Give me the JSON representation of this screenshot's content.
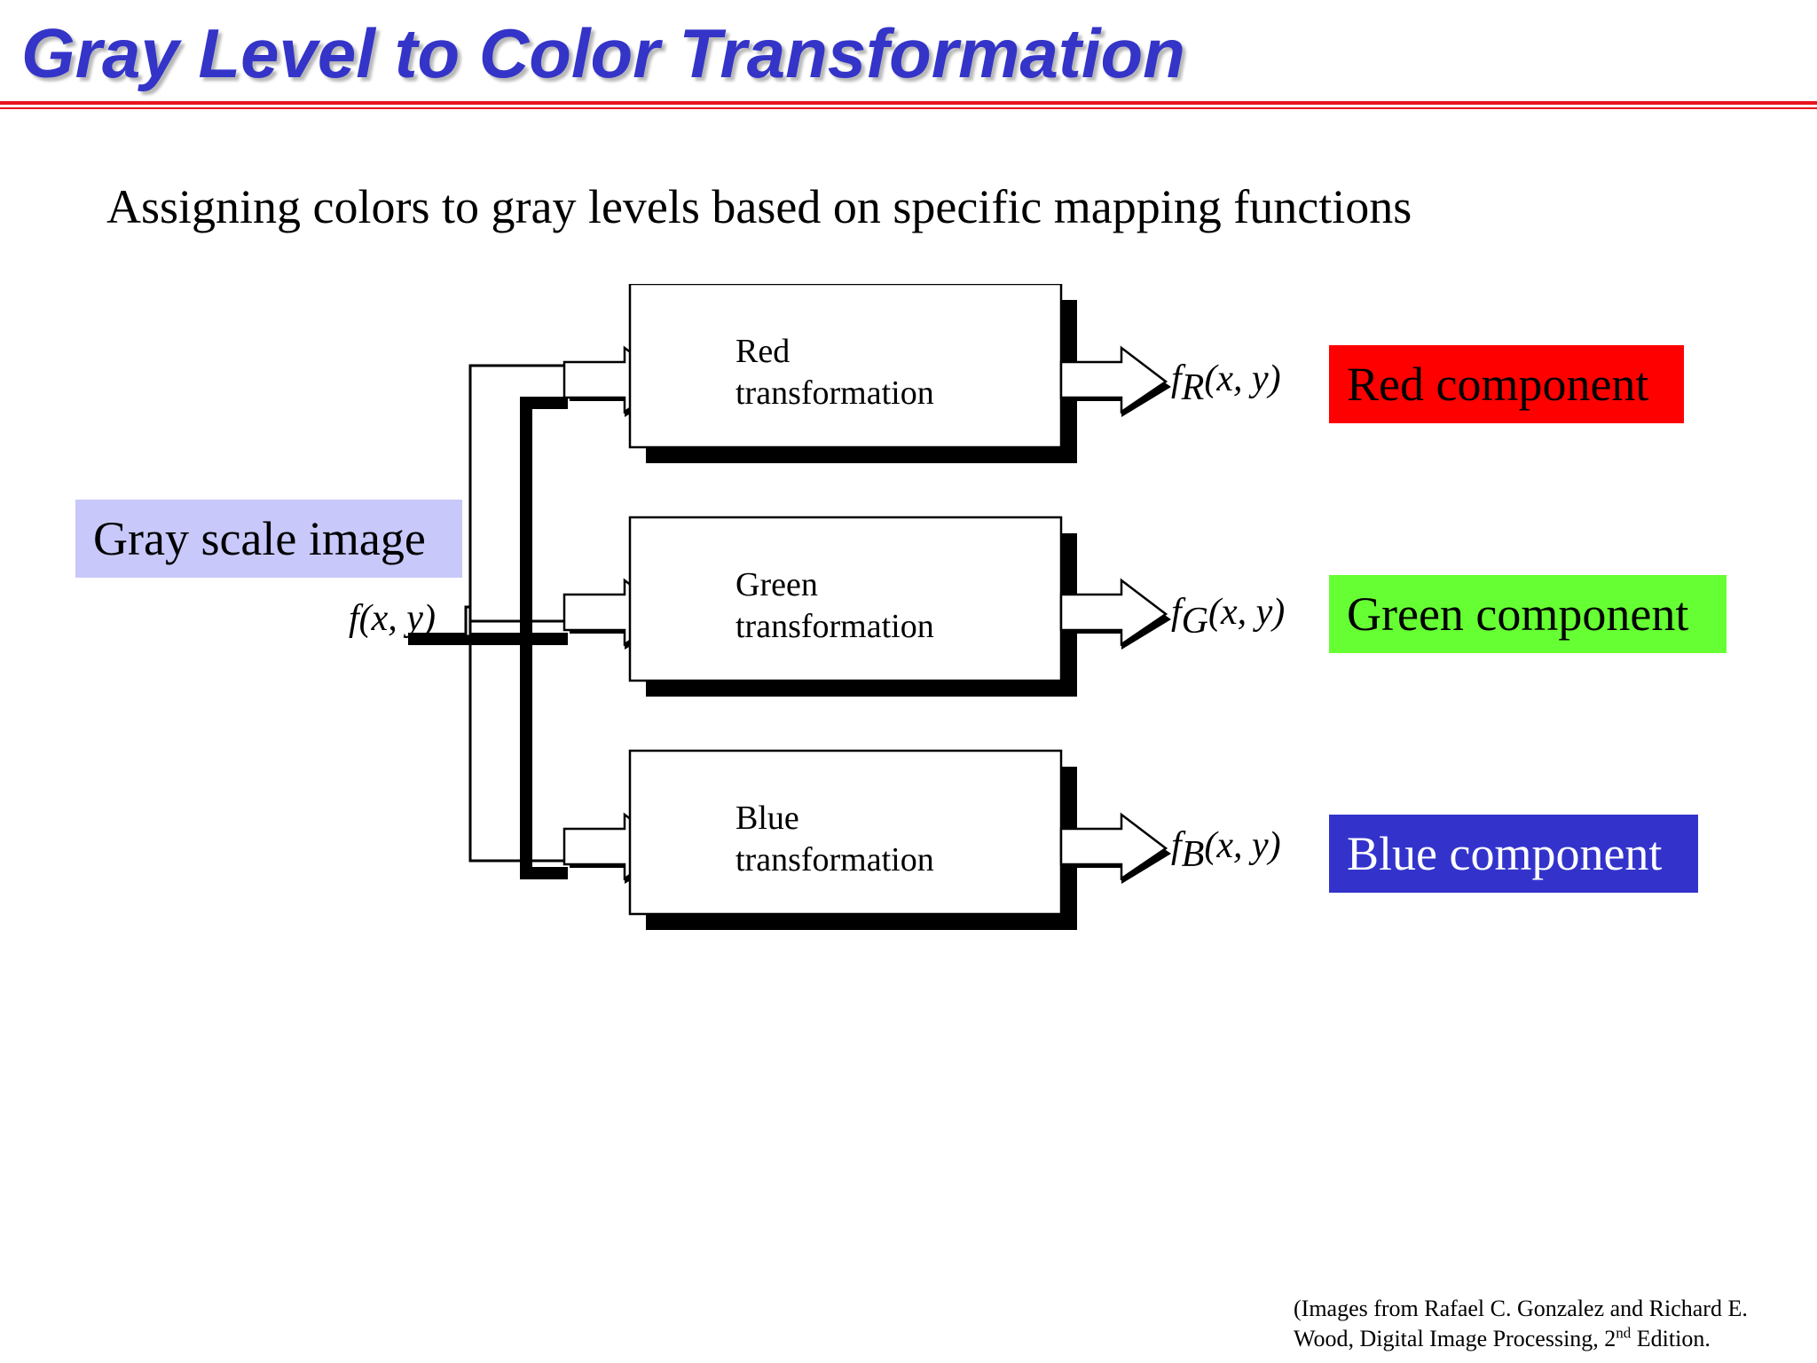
{
  "slide": {
    "title": "Gray Level to Color Transformation",
    "subtitle": "Assigning colors to gray levels based on specific mapping functions"
  },
  "colors": {
    "title": "#3434c8",
    "rule": "#e8141e",
    "gray_box": "#c8c8fa",
    "red_box": "#ff0000",
    "green_box": "#66ff33",
    "blue_box": "#3333cc"
  },
  "diagram": {
    "input_label": "Gray scale image",
    "input_signal": "f(x, y)",
    "blocks": [
      {
        "line1": "Red",
        "line2": "transformation",
        "output_subscript": "R",
        "component": "Red component"
      },
      {
        "line1": "Green",
        "line2": "transformation",
        "output_subscript": "G",
        "component": "Green component"
      },
      {
        "line1": "Blue",
        "line2": "transformation",
        "output_subscript": "B",
        "component": "Blue component"
      }
    ],
    "output_suffix": "(x, y)"
  },
  "citation": {
    "line1": "(Images from Rafael C. Gonzalez and Richard E.",
    "line2_prefix": "Wood, Digital Image Processing, 2",
    "line2_sup": "nd",
    "line2_suffix": " Edition."
  }
}
